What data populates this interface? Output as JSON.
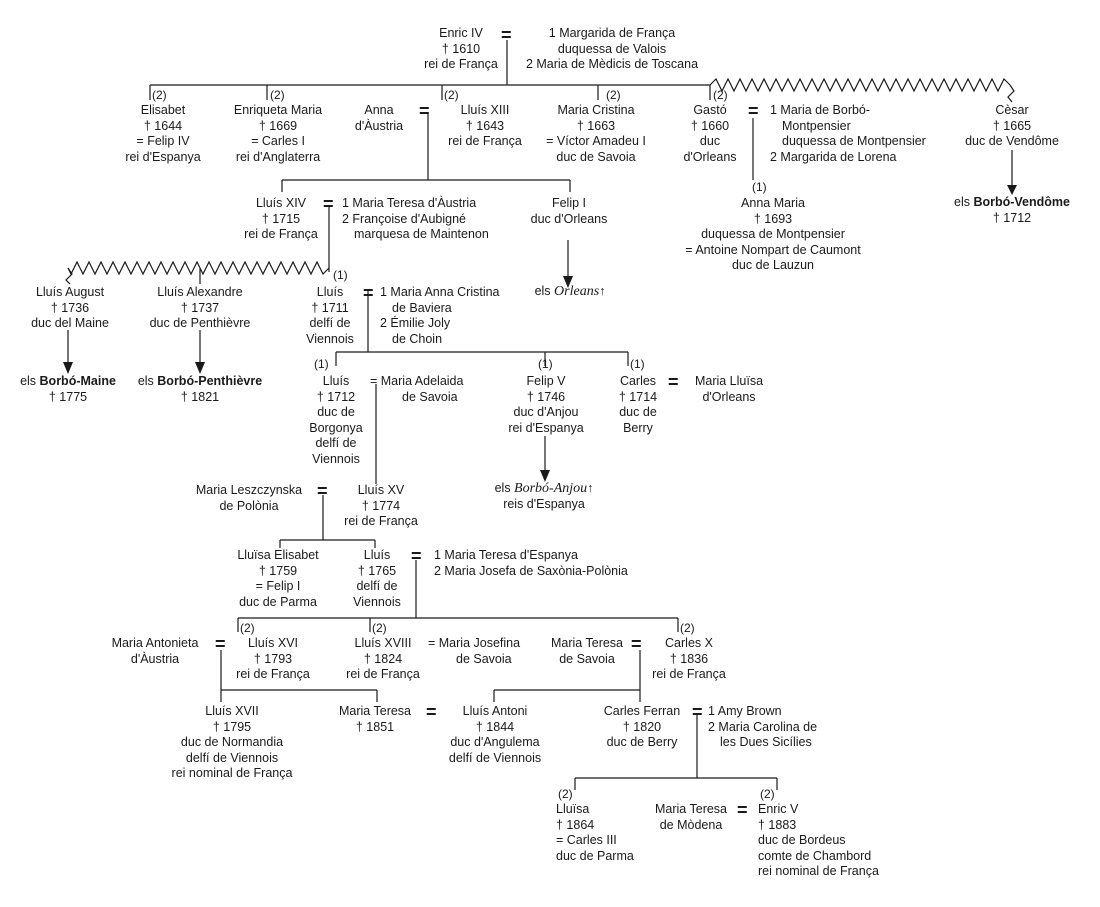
{
  "persons": {
    "enric4": [
      "Enric IV",
      "† 1610",
      "rei de França"
    ],
    "enric4_wives": [
      "1 Margarida de França",
      "duquessa de Valois",
      "2 Maria de Mèdicis de Toscana"
    ],
    "elisabet": [
      "Elisabet",
      "† 1644",
      "= Felip IV",
      "rei d'Espanya"
    ],
    "enriqueta": [
      "Enriqueta Maria",
      "† 1669",
      "= Carles I",
      "rei d'Anglaterra"
    ],
    "anna": [
      "Anna",
      "d'Àustria"
    ],
    "lluis13": [
      "Lluís XIII",
      "† 1643",
      "rei de França"
    ],
    "mcristina": [
      "Maria Cristina",
      "† 1663",
      "= Víctor Amadeu I",
      "duc de Savoia"
    ],
    "gasto": [
      "Gastó",
      "† 1660",
      "duc",
      "d'Orleans"
    ],
    "gasto_wives": [
      "1 Maria de Borbó-",
      "Montpensier",
      "duquessa de Montpensier",
      "2 Margarida de Lorena"
    ],
    "cesar": [
      "Cèsar",
      "† 1665",
      "duc de Vendôme"
    ],
    "lluis14": [
      "Lluís XIV",
      "† 1715",
      "rei de França"
    ],
    "lluis14_wives": [
      "1 Maria Teresa d'Àustria",
      "2 Françoise d'Aubigné",
      "marquesa de Maintenon"
    ],
    "felip1": [
      "Felip I",
      "duc d'Orleans"
    ],
    "annamaria": [
      "Anna Maria",
      "† 1693",
      "duquessa de Montpensier",
      "= Antoine Nompart de Caumont",
      "duc de Lauzun"
    ],
    "vendome": [
      "els ",
      "Borbó-Vendôme",
      "† 1712"
    ],
    "orleans": [
      "els ",
      "Orleans",
      "↑"
    ],
    "laugust": [
      "Lluís August",
      "† 1736",
      "duc del Maine"
    ],
    "lalex": [
      "Lluís Alexandre",
      "† 1737",
      "duc de Penthièvre"
    ],
    "delfi": [
      "Lluís",
      "† 1711",
      "delfí de",
      "Viennois"
    ],
    "delfi_wives": [
      "1 Maria Anna Cristina",
      "de Baviera",
      "2 Émilie Joly",
      "de Choin"
    ],
    "maine": [
      "els ",
      "Borbó-Maine",
      "† 1775"
    ],
    "penth": [
      "els ",
      "Borbó-Penthièvre",
      "† 1821"
    ],
    "lborg": [
      "Lluís",
      "† 1712",
      "duc de",
      "Borgonya",
      "delfí de",
      "Viennois"
    ],
    "madelaida": [
      "= Maria Adelaida",
      "de Savoia"
    ],
    "felip5": [
      "Felip V",
      "† 1746",
      "duc d'Anjou",
      "rei d'Espanya"
    ],
    "carles_berry": [
      "Carles",
      "† 1714",
      "duc de",
      "Berry"
    ],
    "mlluisa": [
      "Maria Lluïsa",
      "d'Orleans"
    ],
    "anjou": [
      "els ",
      "Borbó-Anjou",
      "↑",
      "reis d'Espanya"
    ],
    "mlesz": [
      "Maria Leszczynska",
      "de Polònia"
    ],
    "lluis15": [
      "Lluís XV",
      "† 1774",
      "rei de França"
    ],
    "lelisabet": [
      "Lluïsa Elisabet",
      "† 1759",
      "= Felip I",
      "duc de Parma"
    ],
    "lluis1765": [
      "Lluís",
      "† 1765",
      "delfí de",
      "Viennois"
    ],
    "lluis1765_wives": [
      "1 Maria Teresa d'Espanya",
      "2 Maria Josefa de Saxònia-Polònia"
    ],
    "mantonieta": [
      "Maria Antonieta",
      "d'Àustria"
    ],
    "lluis16": [
      "Lluís XVI",
      "† 1793",
      "rei de França"
    ],
    "lluis18": [
      "Lluís XVIII",
      "† 1824",
      "rei de França"
    ],
    "mjosefina": [
      "= Maria Josefina",
      "de Savoia"
    ],
    "mteresa_sav": [
      "Maria Teresa",
      "de Savoia"
    ],
    "carles10": [
      "Carles X",
      "† 1836",
      "rei de França"
    ],
    "lluis17": [
      "Lluís XVII",
      "† 1795",
      "duc de Normandia",
      "delfí de Viennois",
      "rei nominal de França"
    ],
    "mteresa1851": [
      "Maria Teresa",
      "† 1851"
    ],
    "lantoni": [
      "Lluís Antoni",
      "† 1844",
      "duc d'Angulema",
      "delfí de Viennois"
    ],
    "cferran": [
      "Carles Ferran",
      "† 1820",
      "duc de Berry"
    ],
    "cferran_wives": [
      "1 Amy Brown",
      "2 Maria Carolina de",
      "les Dues Sicílies"
    ],
    "lluisa1864": [
      "Lluïsa",
      "† 1864",
      "= Carles III",
      "duc de Parma"
    ],
    "mteresa_mod": [
      "Maria Teresa",
      "de Mòdena"
    ],
    "enric5": [
      "Enric V",
      "† 1883",
      "duc de Bordeus",
      "comte de Chambord",
      "rei nominal de França"
    ]
  },
  "marks": {
    "m1": "(1)",
    "m2": "(2)",
    "m1_alt": "(1)"
  },
  "colors": {
    "ink": "#1a1a1a",
    "background": "#ffffff"
  }
}
